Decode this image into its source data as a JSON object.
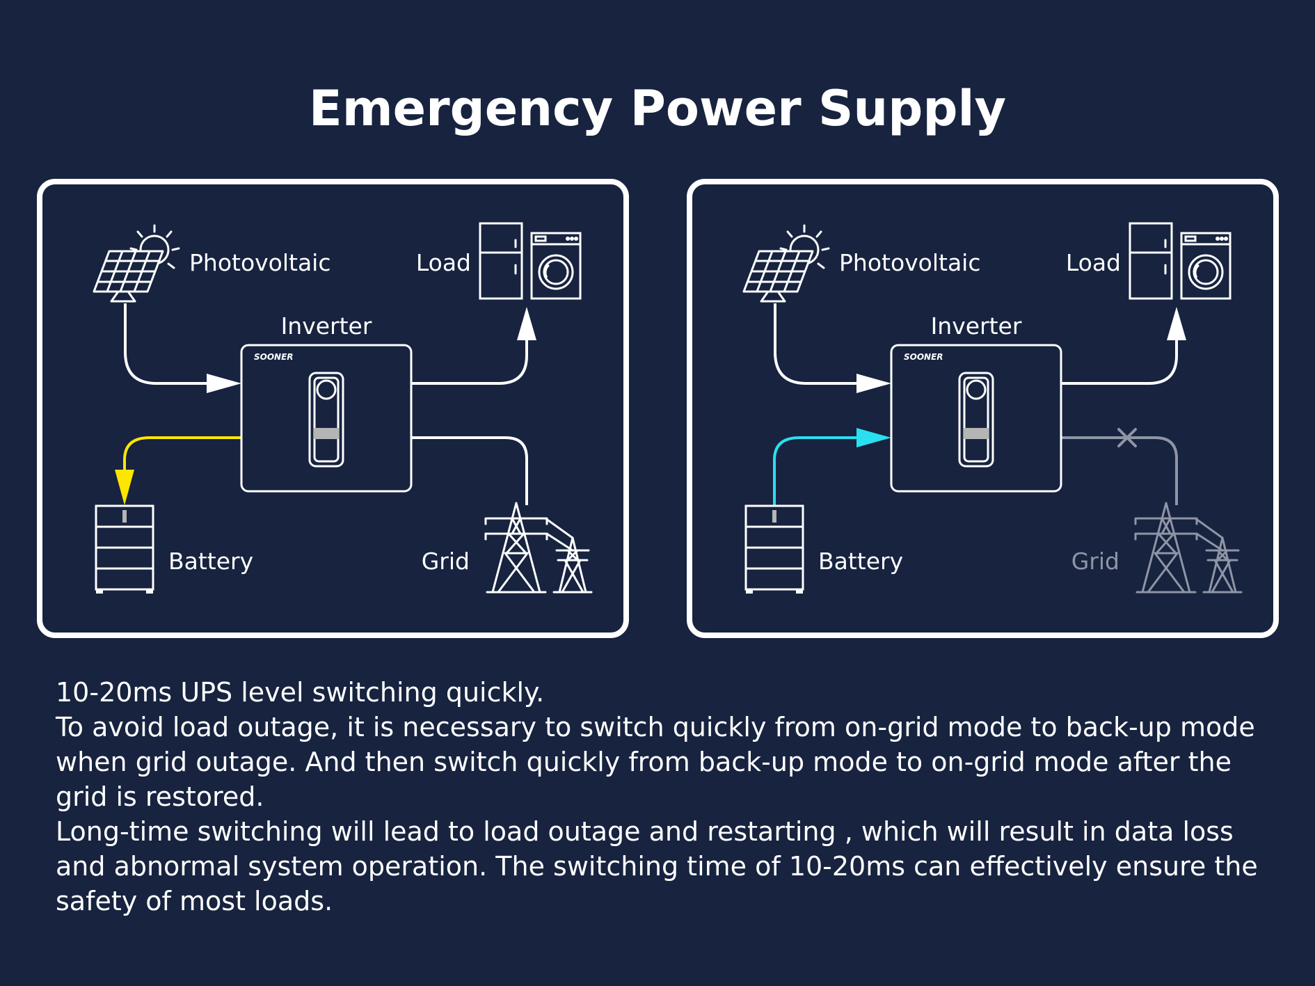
{
  "title": "Emergency Power Supply",
  "colors": {
    "background": "#17233f",
    "line": "#ffffff",
    "charge": "#ffe600",
    "discharge": "#29e0f0",
    "disabled": "#8f95a6"
  },
  "panels": [
    {
      "mode": "on-grid",
      "labels": {
        "pv": "Photovoltaic",
        "load": "Load",
        "inverter": "Inverter",
        "battery": "Battery",
        "grid": "Grid",
        "brand": "SOONER"
      },
      "icons": [
        "solar-panel-icon",
        "sun-icon",
        "fridge-icon",
        "washing-machine-icon",
        "inverter-icon",
        "battery-icon",
        "transmission-tower-icon"
      ]
    },
    {
      "mode": "back-up",
      "labels": {
        "pv": "Photovoltaic",
        "load": "Load",
        "inverter": "Inverter",
        "battery": "Battery",
        "grid": "Grid",
        "brand": "SOONER"
      },
      "icons": [
        "solar-panel-icon",
        "sun-icon",
        "fridge-icon",
        "washing-machine-icon",
        "inverter-icon",
        "battery-icon",
        "transmission-tower-icon",
        "disconnect-x-icon"
      ]
    }
  ],
  "description": [
    "10-20ms UPS level switching quickly.",
    "To avoid load outage, it is necessary to switch quickly from on-grid mode to back-up mode when grid outage. And then switch quickly from back-up mode to on-grid mode after the grid is restored.",
    "Long-time switching will lead to load outage and restarting , which will result in data loss and abnormal system operation. The switching time of 10-20ms can effectively ensure the safety of most loads."
  ]
}
